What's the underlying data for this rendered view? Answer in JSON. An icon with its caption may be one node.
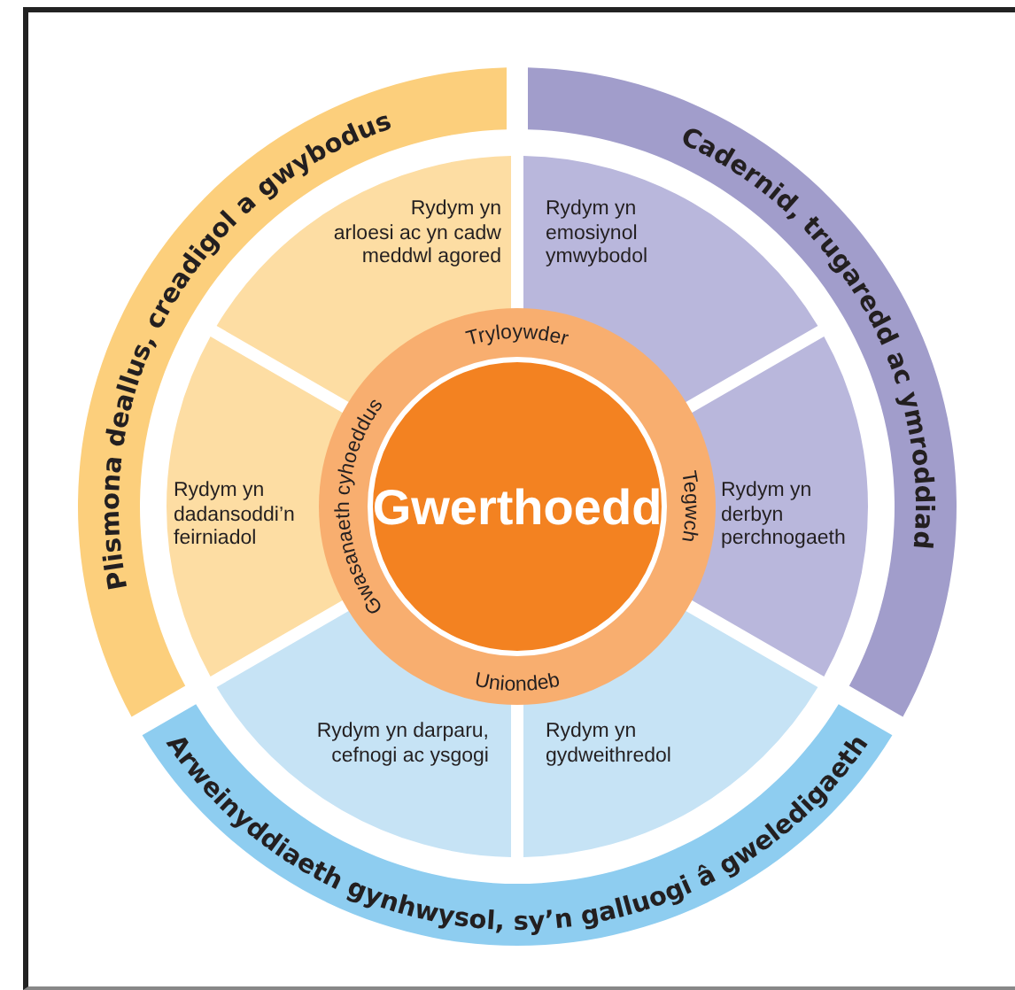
{
  "diagram": {
    "nodes": [
      {
        "text": [
          "Plismona deallus, creadigol a gwybodus"
        ]
      },
      {
        "text": [
          "Cadernid, trugaredd ac ymroddiad"
        ]
      },
      {
        "text": [
          "Rydym yn arloesi ac yn cadw meddwl agored"
        ]
      },
      {
        "text": [
          "Rydym yn emosiynol ymwybodol"
        ]
      },
      {
        "text": [
          "Rydym yn dadansoddi’n feirniadol"
        ]
      },
      {
        "text": [
          "Rydym yn derbyn perchnogaeth"
        ]
      },
      {
        "text": [
          "Tryloywder",
          "Tegwch",
          "Uniondeb",
          "Gwasanaeth cyhoeddus"
        ]
      },
      {
        "text": [
          "Gwerthoedd"
        ],
        "in": 6
      },
      {
        "text": [
          "Rydym yn darparu, cefnogi ac ysgogi"
        ]
      },
      {
        "text": [
          "Rydym yn gydweithredol"
        ]
      },
      {
        "text": [
          "Arweinyddiaeth gynhwysol, sy’n galluogi â gweledigaeth"
        ]
      }
    ]
  }
}
